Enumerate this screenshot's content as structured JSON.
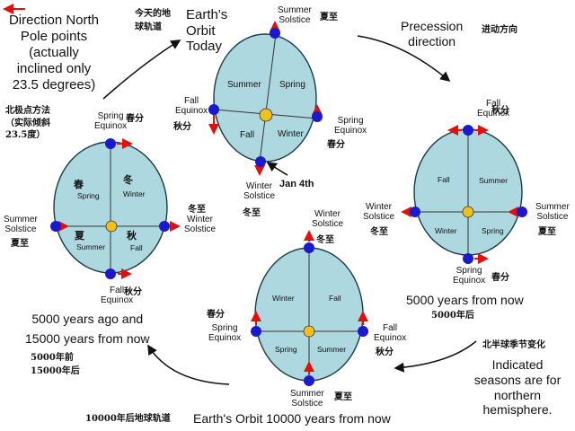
{
  "legend": {
    "title": "Direction North\nPole points\n(actually\ninclined only\n23.5 degrees)",
    "cn": "北极点方法\n（实际倾斜\n23.5度）"
  },
  "top": {
    "cn_title": "今天的地\n球轨道",
    "title": "Earth's\nOrbit\nToday",
    "summer": "Summer",
    "spring": "Spring",
    "fall": "Fall",
    "winter": "Winter",
    "top_label": "Summer\nSolstice",
    "top_cn": "夏至",
    "left_label": "Fall\nEquinox",
    "left_cn": "秋分",
    "right_label": "Spring\nEquinox",
    "right_cn": "春分",
    "bottom_label": "Winter\nSolstice",
    "bottom_cn": "冬至",
    "jan": "Jan 4th"
  },
  "precession": {
    "label": "Precession\ndirection",
    "cn": "进动方向"
  },
  "right": {
    "fall": "Fall",
    "summer": "Summer",
    "winter": "Winter",
    "spring": "Spring",
    "top_label": "Fall\nEquinox",
    "top_cn": "秋分",
    "left_label": "Winter\nSolstice",
    "left_cn": "冬至",
    "right_label": "Summer\nSolstice",
    "right_cn": "夏至",
    "bottom_label": "Spring\nEquinox",
    "bottom_cn": "春分",
    "caption": "5000 years from now",
    "caption_cn": "5000年后"
  },
  "left": {
    "q1_cn": "春",
    "q1": "Spring",
    "q2_cn": "冬",
    "q2": "Winter",
    "q3_cn": "夏",
    "q3": "Summer",
    "q4_cn": "秋",
    "q4": "Fall",
    "top_label": "Spring\nEquinox",
    "top_cn": "春分",
    "left_label": "Summer\nSolstice",
    "left_cn": "夏至",
    "right_cn": "冬至",
    "right_label": "Winter\nSolstice",
    "bottom_label": "Fall\nEquinox",
    "bottom_cn": "秋分",
    "caption": "5000 years ago and\n15000 years from now",
    "caption_cn": "5000年前\n15000年后"
  },
  "bottom": {
    "winter": "Winter",
    "fall": "Fall",
    "spring": "Spring",
    "summer": "Summer",
    "top_label": "Winter\nSolstice",
    "top_cn": "冬至",
    "left_cn": "春分",
    "left_label": "Spring\nEquinox",
    "right_label": "Fall\nEquinox",
    "right_cn": "秋分",
    "bottom_label": "Summer\nSolstice",
    "bottom_cn": "夏至",
    "caption": "Earth's Orbit 10000 years from now",
    "caption_cn": "10000年后地球轨道"
  },
  "note": {
    "cn": "北半球季节变化",
    "text": "Indicated\nseasons are for\nnorthern\nhemisphere."
  },
  "colors": {
    "orbit": "#add8e0",
    "planet": "#1a1acc",
    "sun": "#f0c020",
    "arrow": "#e01010"
  }
}
